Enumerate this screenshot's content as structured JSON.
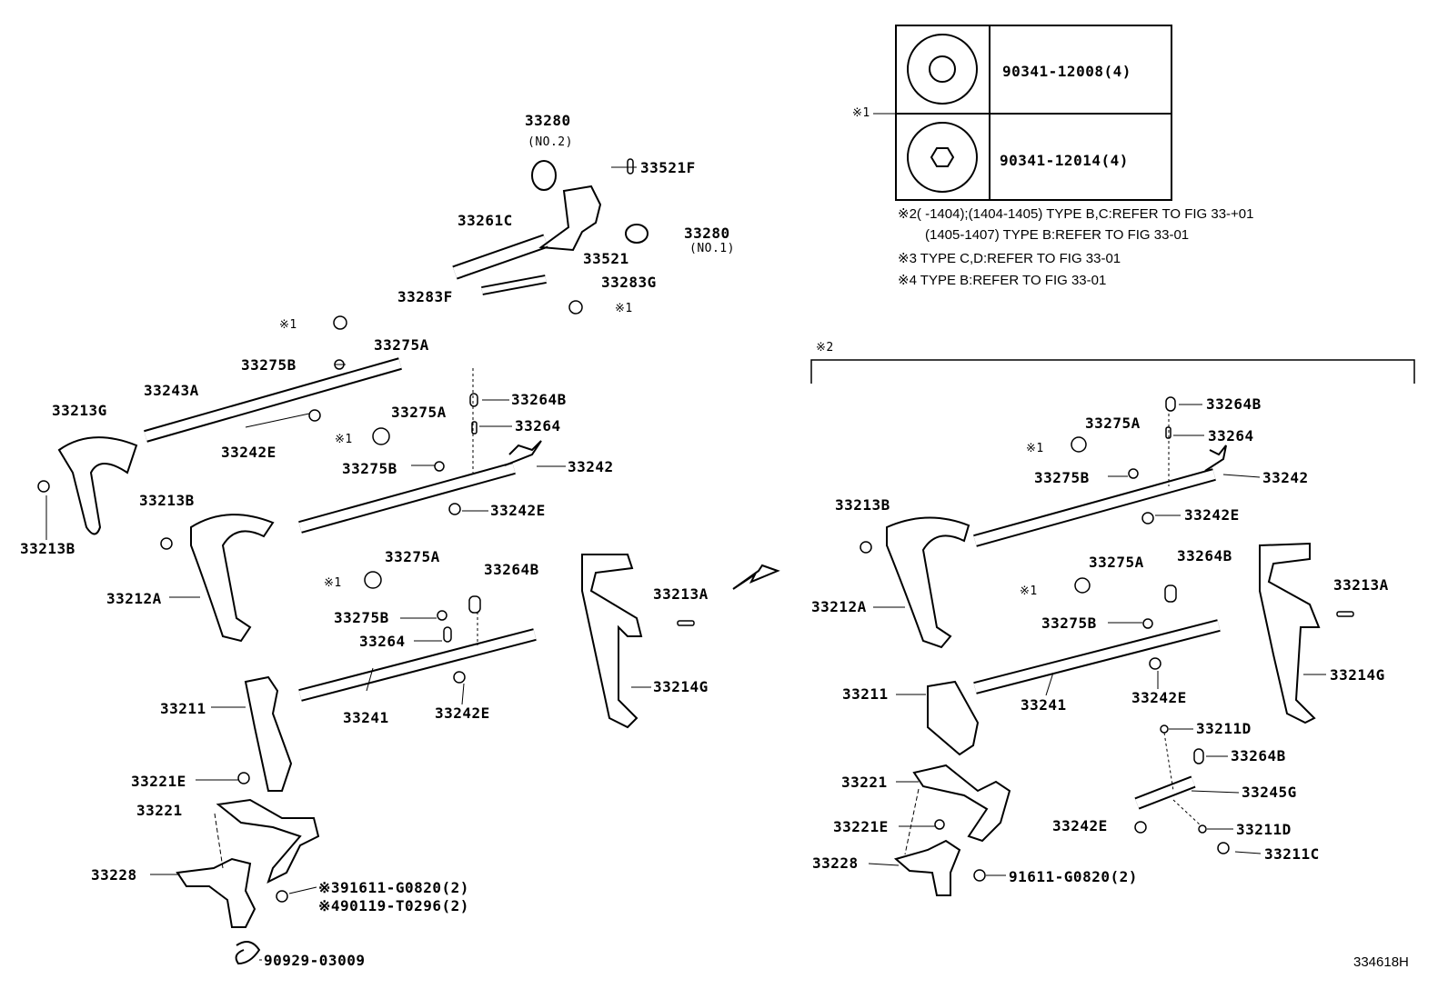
{
  "figure_id": "334618H",
  "table": {
    "ref": "※1",
    "rows": [
      {
        "part": "90341-12008(4)",
        "icon": "torx-bolt-head-icon"
      },
      {
        "part": "90341-12014(4)",
        "icon": "hex-bolt-head-icon"
      }
    ]
  },
  "notes": [
    "※2(       -1404);(1404-1405) TYPE B,C:REFER TO FIG 33-+01",
    "(1405-1407) TYPE B:REFER TO FIG 33-01",
    "※3 TYPE C,D:REFER TO FIG 33-01",
    "※4 TYPE B:REFER TO FIG 33-01"
  ],
  "bracket_label": "※2",
  "left_labels": [
    "33280",
    "(NO.2)",
    "33521F",
    "33261C",
    "33280",
    "(NO.1)",
    "33521",
    "33283G",
    "33283F",
    "※1",
    "※1",
    "33275A",
    "33275B",
    "33243A",
    "33213G",
    "33264B",
    "33264",
    "33275A",
    "※1",
    "33242E",
    "33242",
    "33275B",
    "33213B",
    "33242E",
    "33213B",
    "33275A",
    "33264B",
    "※1",
    "33212A",
    "33213A",
    "33275B",
    "33264",
    "33214G",
    "33211",
    "33241",
    "33242E",
    "33221E",
    "33221",
    "33228",
    "※391611-G0820(2)",
    "※490119-T0296(2)",
    "90929-03009"
  ],
  "right_labels": [
    "33264B",
    "33275A",
    "33264",
    "※1",
    "33275B",
    "33242",
    "33213B",
    "33242E",
    "33264B",
    "33275A",
    "33213A",
    "※1",
    "33212A",
    "33275B",
    "33214G",
    "33211",
    "33241",
    "33242E",
    "33211D",
    "33264B",
    "33221",
    "33245G",
    "33221E",
    "33242E",
    "33211D",
    "33211C",
    "33228",
    "91611-G0820(2)"
  ]
}
